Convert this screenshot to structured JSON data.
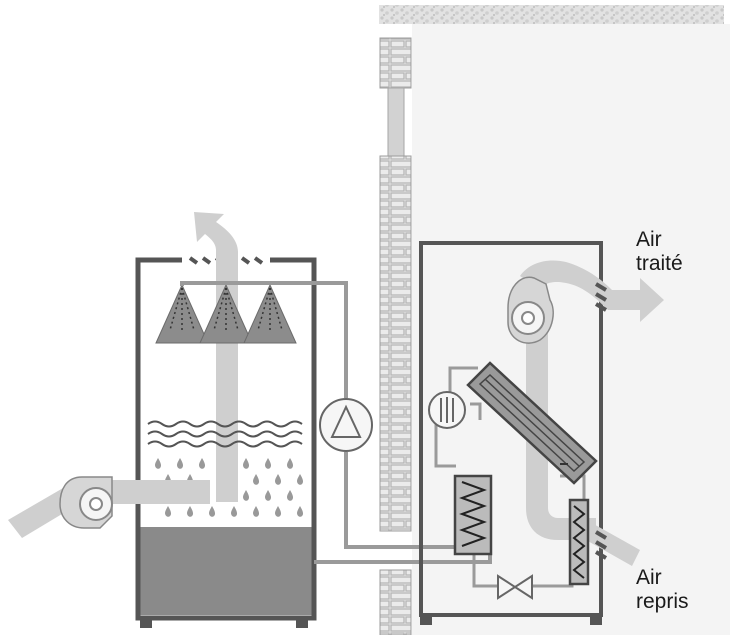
{
  "labels": {
    "treated_air_line1": "Air",
    "treated_air_line2": "traité",
    "return_air_line1": "Air",
    "return_air_line2": "repris"
  },
  "colors": {
    "steel": "#555555",
    "pipe": "#9a9a9a",
    "airflow": "#cfcfcf",
    "water": "#8a8a8a",
    "wall": "#e6e6e6",
    "room": "#f4f4f4"
  },
  "icons": {
    "pump": "pump-icon",
    "compressor": "compressor-icon",
    "valve": "expansion-valve-icon",
    "fan": "fan-icon"
  }
}
